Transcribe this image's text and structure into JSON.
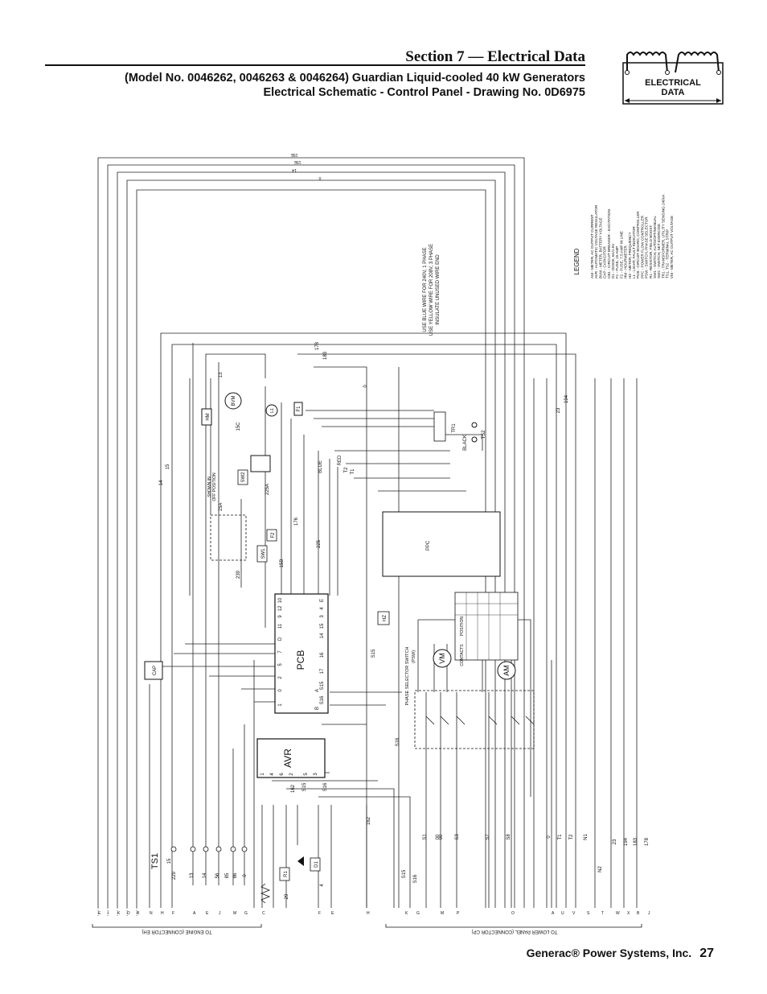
{
  "header": {
    "section_title": "Section 7 — Electrical Data",
    "subtitle_line1": "(Model No. 0046262, 0046263 & 0046264) Guardian Liquid-cooled 40 kW Generators",
    "subtitle_line2": "Electrical Schematic - Control Panel - Drawing No. 0D6975",
    "logo_line1": "ELECTRICAL",
    "logo_line2": "DATA"
  },
  "footer": {
    "company": "Generac® Power Systems, Inc.",
    "page_number": "27"
  },
  "schematic": {
    "components": {
      "pcb": "PCB",
      "avr": "AVR",
      "ppc": "PPC",
      "cap": "CAP",
      "ts1": "TS1",
      "hm": "HM",
      "bvm": "BVM",
      "l1": "L1",
      "f1": "F1",
      "f2": "F2",
      "sw1": "SW1",
      "sw2": "SW2",
      "tr1": "TR1",
      "ts2": "TS2",
      "hz": "HZ",
      "vm": "VM",
      "am": "AM",
      "r1": "R1",
      "d1": "D1",
      "psw": "(PSW)"
    },
    "notes": {
      "wire_note": [
        "USE BLUE WIRE FOR 240V, 1 PHASE",
        "USE YELLOW WIRE FOR 208V, 3 PHASE",
        "INSULATE UNUSED WIRE END"
      ],
      "sw2_note": [
        "SHOWN IN",
        "OFF POSITION"
      ],
      "phase_selector": "PHASE SELECTOR SWITCH",
      "to_engine": "TO ENGINE (CONNECTOR EH)",
      "to_lower_panel": "TO LOWER PANEL (CONNECTOR CP)",
      "black": "BLACK",
      "position_table": "POSITION",
      "contacts_table": "CONTACTS"
    },
    "legend": {
      "title": "LEGEND",
      "entries": [
        "AM - METER, AC OUTPUT CURRENT",
        "AVR - AUTOMATIC VOLTAGE REGULATOR",
        "BVM - METER, BATTERY VOLTAGE",
        "CAP - CAPACITOR",
        "CB1 - CIRCUIT BREAKER - EXCITATION",
        "D1 - DIODE, 6A/1.0V",
        "F1 - FUSE, 15 AMP",
        "F2 - FUSE, 7.5 AMP IN LINE",
        "HM - HOURMETER",
        "HZ - METER, FREQUENCY",
        "L1 - LIGHT, FAULT INDICATOR",
        "PCB - CIRCUIT BOARD, CONTROLLER",
        "PPC - POWER FLOW CONTROLLER",
        "PSW - SWITCH, PHASE SELECTOR",
        "R1 - RESISTOR, FIELD BOOST",
        "SW1 - SWITCH, AUTO/OFF/MANUAL",
        "SW2 - SWITCH, SET EXERCISE",
        "TR1 - TRANSFORMER, UTILITY SENSING 240VA",
        "TS1, TS2 - TERMINAL STRIP",
        "VM - METER, AC OUTPUT VOLTAGE"
      ]
    },
    "wire_labels": {
      "top": [
        "15E",
        "15E",
        "14",
        "0",
        "194",
        "23"
      ],
      "pcb_left": [
        "10",
        "12",
        "9",
        "11",
        "D",
        "7",
        "5",
        "2",
        "0",
        "1"
      ],
      "pcb_right": [
        "E",
        "4",
        "3",
        "15",
        "14",
        "16",
        "17",
        "S15",
        "S16",
        "A",
        "B"
      ],
      "avr_pins": [
        "1",
        "4",
        "6",
        "2",
        "S15",
        "S16",
        "3",
        "5",
        "162"
      ],
      "ts1_wires": [
        "15",
        "229",
        "13",
        "14",
        "56",
        "85",
        "86",
        "0"
      ],
      "bottom_cp": [
        "S15",
        "S16",
        "S1",
        "00",
        "S3",
        "S7",
        "S8",
        "0",
        "T1",
        "T2",
        "N1",
        "N2",
        "23",
        "194",
        "183",
        "178"
      ],
      "bottom_pins_eh": [
        "E",
        "I",
        "K",
        "D",
        "B",
        "N",
        "H",
        "F",
        "A",
        "E",
        "J",
        "M",
        "G",
        "C",
        "F",
        "E"
      ],
      "bottom_pins_cp": [
        "H",
        "K",
        "G",
        "M",
        "P",
        "O",
        "A",
        "U",
        "V",
        "S",
        "T",
        "W",
        "X",
        "B",
        "J"
      ],
      "misc": [
        "BLUE",
        "RED",
        "T1",
        "T2",
        "0",
        "178",
        "183",
        "13",
        "15C",
        "15A",
        "15B",
        "176",
        "225A",
        "239",
        "225",
        "15",
        "14",
        "S16",
        "S15",
        "00",
        "162",
        "4",
        "29"
      ]
    }
  }
}
